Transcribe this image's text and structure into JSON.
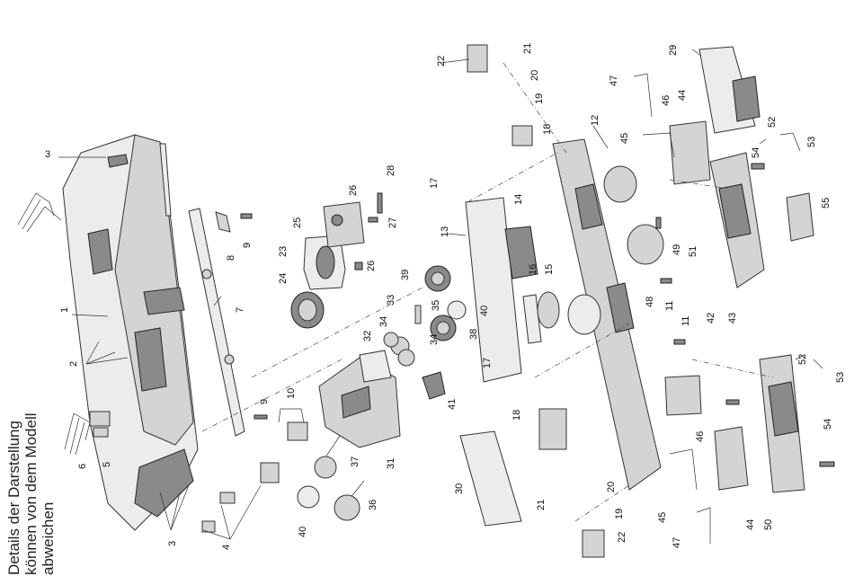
{
  "note": {
    "line1": "Details der Darstellung",
    "line2": "können von dem Modell",
    "line3": "abweichen"
  },
  "labels": {
    "p1": "1",
    "p2": "2",
    "p3a": "3",
    "p3b": "3",
    "p4": "4",
    "p5": "5",
    "p6": "6",
    "p7": "7",
    "p8": "8",
    "p9a": "9",
    "p9b": "9",
    "p10": "10",
    "p11a": "11",
    "p11b": "11",
    "p12": "12",
    "p13": "13",
    "p14": "14",
    "p15": "15",
    "p16": "16",
    "p17a": "17",
    "p17b": "17",
    "p18a": "18",
    "p18b": "18",
    "p19a": "19",
    "p19b": "19",
    "p20a": "20",
    "p20b": "20",
    "p21a": "21",
    "p21b": "21",
    "p22a": "22",
    "p22b": "22",
    "p23": "23",
    "p24": "24",
    "p25": "25",
    "p26a": "26",
    "p26b": "26",
    "p27": "27",
    "p28": "28",
    "p29": "29",
    "p30": "30",
    "p31": "31",
    "p32": "32",
    "p33": "33",
    "p34a": "34",
    "p34b": "34",
    "p35": "35",
    "p36": "36",
    "p37": "37",
    "p38": "38",
    "p39": "39",
    "p40a": "40",
    "p40b": "40",
    "p41": "41",
    "p42": "42",
    "p43": "43",
    "p44a": "44",
    "p44b": "44",
    "p45a": "45",
    "p45b": "45",
    "p46a": "46",
    "p46b": "46",
    "p47a": "47",
    "p47b": "47",
    "p48": "48",
    "p49": "49",
    "p50": "50",
    "p51": "51",
    "p52a": "52",
    "p52b": "52",
    "p53a": "53",
    "p53b": "53",
    "p54a": "54",
    "p54b": "54",
    "p55": "55"
  }
}
